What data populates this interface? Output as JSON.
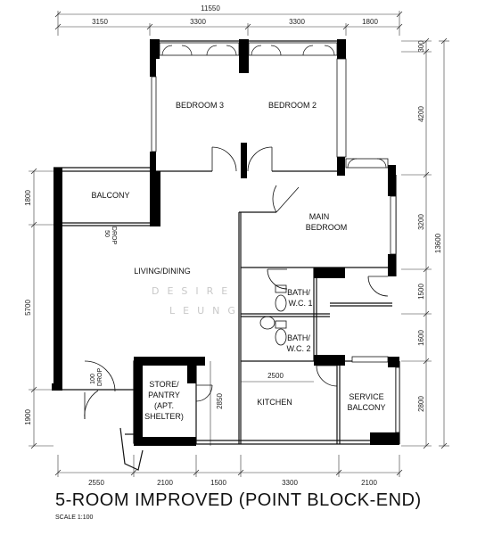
{
  "title": "5-ROOM IMPROVED (POINT BLOCK-END)",
  "scale": "SCALE 1:100",
  "dimensions": {
    "overall_width": "11550",
    "top": [
      "3150",
      "3300",
      "3300",
      "1800"
    ],
    "bottom": [
      "2550",
      "2100",
      "1500",
      "3300",
      "2100"
    ],
    "left": [
      "1800",
      "5700",
      "1900"
    ],
    "right": [
      "300",
      "4200",
      "3200",
      "1500",
      "1600",
      "2800"
    ],
    "overall_height": "13600",
    "store_height": "2850",
    "kitchen_width": "2500"
  },
  "rooms": {
    "bedroom3": "BEDROOM 3",
    "bedroom2": "BEDROOM 2",
    "balcony": "BALCONY",
    "main_bedroom_1": "MAIN",
    "main_bedroom_2": "BEDROOM",
    "living": "LIVING/DINING",
    "bath1_1": "BATH/",
    "bath1_2": "W.C. 1",
    "bath2_1": "BATH/",
    "bath2_2": "W.C. 2",
    "store_1": "STORE/",
    "store_2": "PANTRY",
    "store_3": "(APT.",
    "store_4": "SHELTER)",
    "kitchen": "KITCHEN",
    "service_1": "SERVICE",
    "service_2": "BALCONY"
  },
  "notes": {
    "drop_balcony_1": "50",
    "drop_balcony_2": "DROP",
    "drop_entry_1": "100",
    "drop_entry_2": "DROP"
  },
  "watermark": {
    "line1": "DESIRE",
    "line2": "LEUNG"
  }
}
